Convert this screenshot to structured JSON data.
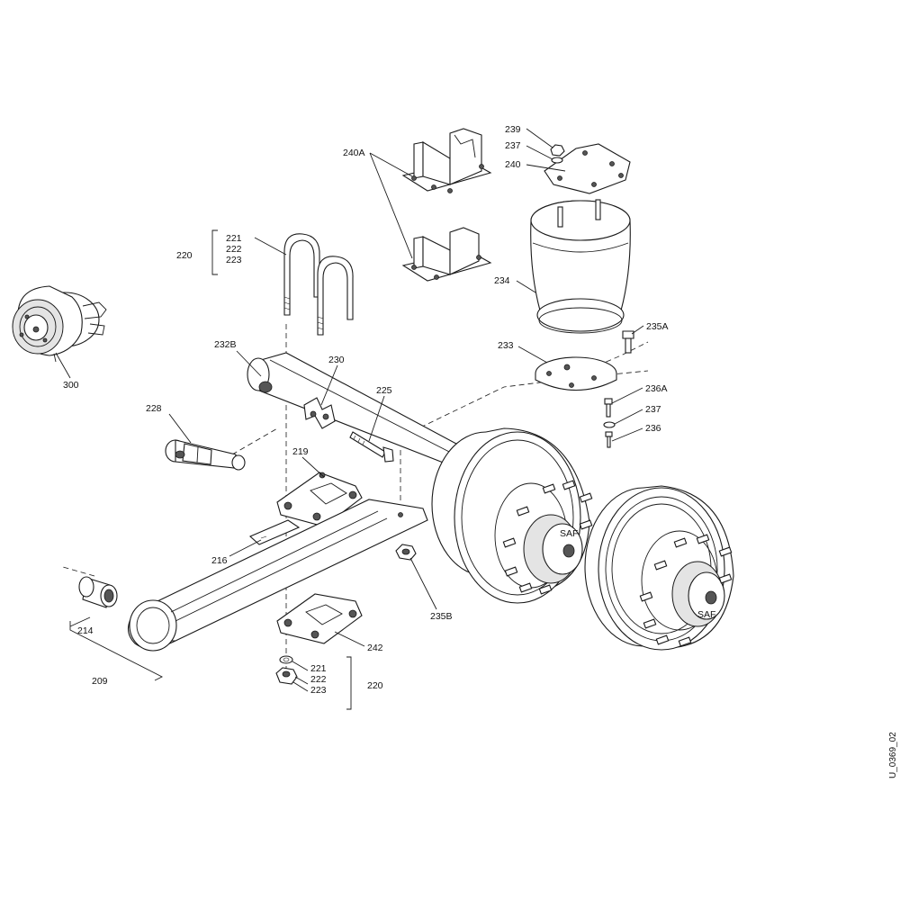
{
  "drawing": {
    "id": "U_0369_02",
    "labels": {
      "l300": "300",
      "l220a": "220",
      "l221a": "221",
      "l222a": "222",
      "l223a": "223",
      "l232b": "232B",
      "l230": "230",
      "l225": "225",
      "l228": "228",
      "l219": "219",
      "l216": "216",
      "l214": "214",
      "l209": "209",
      "l242": "242",
      "l221b": "221",
      "l222b": "222",
      "l223b": "223",
      "l220b": "220",
      "l235b": "235B",
      "l240a": "240A",
      "l239": "239",
      "l237a": "237",
      "l240": "240",
      "l234": "234",
      "l235a": "235A",
      "l233": "233",
      "l236a": "236A",
      "l237b": "237",
      "l236": "236"
    },
    "hub_marking": "SAF"
  }
}
